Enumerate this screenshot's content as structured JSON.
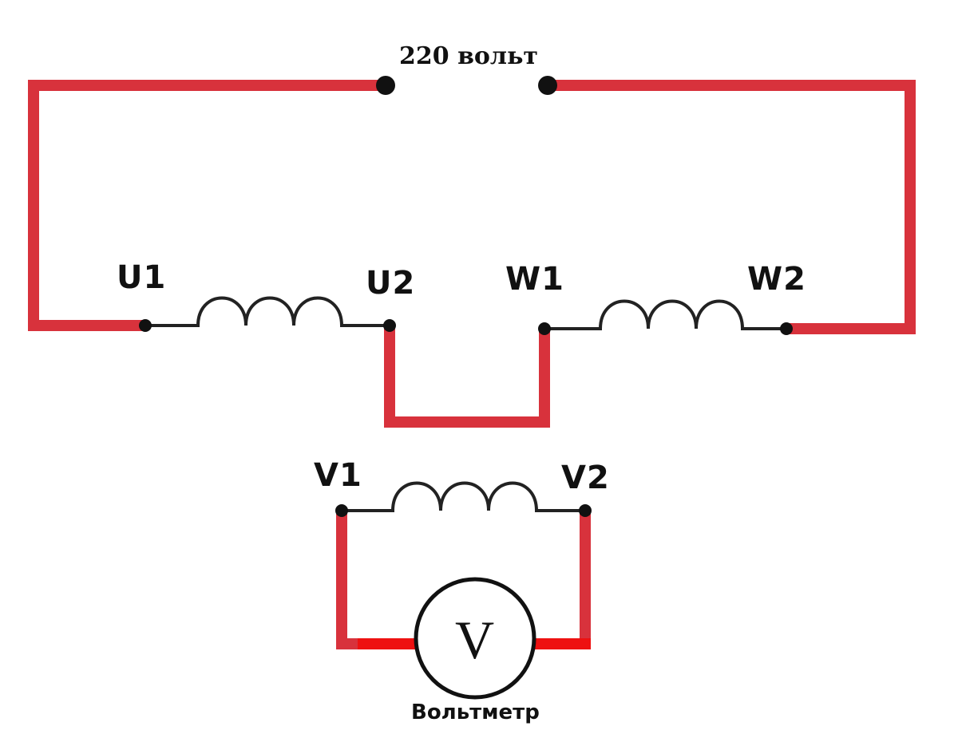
{
  "colors": {
    "wire_red": "#d8323c",
    "lead_red": "#ee1111",
    "conductor": "#222222",
    "background": "#ffffff"
  },
  "supply": {
    "label": "220 вольт"
  },
  "terminals": {
    "u1": "U1",
    "u2": "U2",
    "w1": "W1",
    "w2": "W2",
    "v1": "V1",
    "v2": "V2"
  },
  "voltmeter": {
    "symbol": "V",
    "caption": "Вольтметр"
  }
}
